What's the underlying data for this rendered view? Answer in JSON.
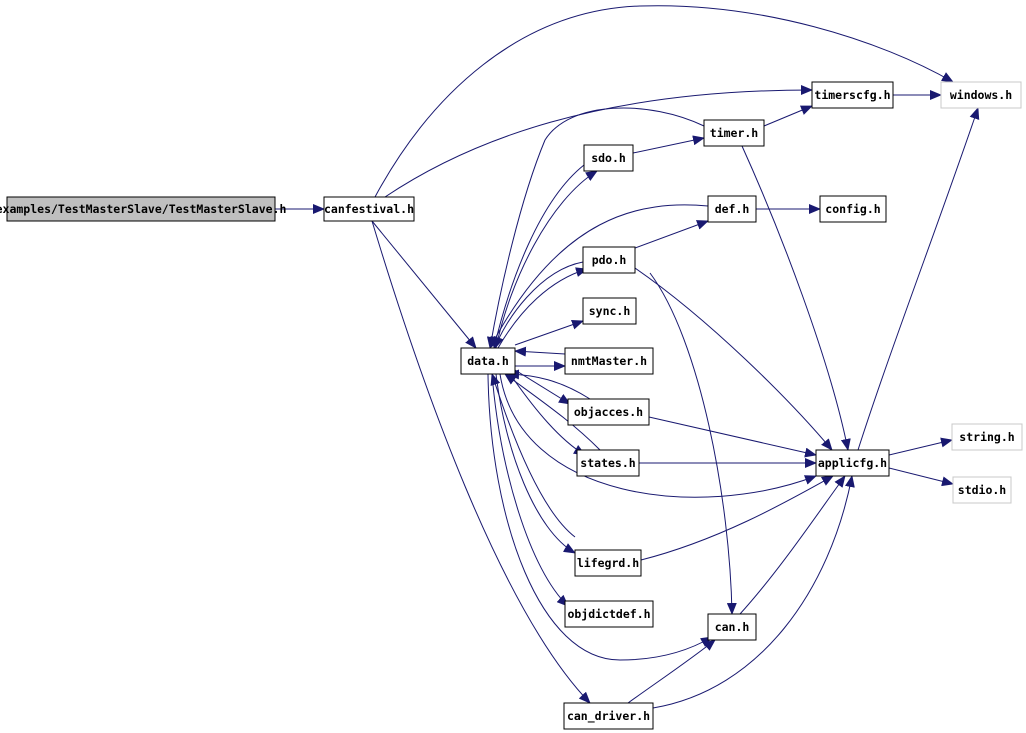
{
  "graph": {
    "nodes": [
      {
        "id": "root",
        "label": "examples/TestMasterSlave/TestMasterSlave.h"
      },
      {
        "id": "canfestival",
        "label": "canfestival.h"
      },
      {
        "id": "timerscfg",
        "label": "timerscfg.h"
      },
      {
        "id": "windows",
        "label": "windows.h"
      },
      {
        "id": "timer",
        "label": "timer.h"
      },
      {
        "id": "sdo",
        "label": "sdo.h"
      },
      {
        "id": "def",
        "label": "def.h"
      },
      {
        "id": "config",
        "label": "config.h"
      },
      {
        "id": "pdo",
        "label": "pdo.h"
      },
      {
        "id": "sync",
        "label": "sync.h"
      },
      {
        "id": "data",
        "label": "data.h"
      },
      {
        "id": "nmtMaster",
        "label": "nmtMaster.h"
      },
      {
        "id": "objacces",
        "label": "objacces.h"
      },
      {
        "id": "states",
        "label": "states.h"
      },
      {
        "id": "applicfg",
        "label": "applicfg.h"
      },
      {
        "id": "string",
        "label": "string.h"
      },
      {
        "id": "stdio",
        "label": "stdio.h"
      },
      {
        "id": "lifegrd",
        "label": "lifegrd.h"
      },
      {
        "id": "objdictdef",
        "label": "objdictdef.h"
      },
      {
        "id": "can",
        "label": "can.h"
      },
      {
        "id": "can_driver",
        "label": "can_driver.h"
      }
    ],
    "edges": [
      {
        "from": "root",
        "to": "canfestival"
      },
      {
        "from": "canfestival",
        "to": "windows"
      },
      {
        "from": "canfestival",
        "to": "timerscfg"
      },
      {
        "from": "canfestival",
        "to": "data"
      },
      {
        "from": "canfestival",
        "to": "can_driver"
      },
      {
        "from": "timerscfg",
        "to": "windows"
      },
      {
        "from": "timer",
        "to": "timerscfg"
      },
      {
        "from": "timer",
        "to": "applicfg"
      },
      {
        "from": "timer",
        "to": "data"
      },
      {
        "from": "sdo",
        "to": "timer"
      },
      {
        "from": "sdo",
        "to": "data"
      },
      {
        "from": "def",
        "to": "config"
      },
      {
        "from": "def",
        "to": "data"
      },
      {
        "from": "pdo",
        "to": "def"
      },
      {
        "from": "pdo",
        "to": "applicfg"
      },
      {
        "from": "pdo",
        "to": "can"
      },
      {
        "from": "pdo",
        "to": "data"
      },
      {
        "from": "data",
        "to": "sdo"
      },
      {
        "from": "data",
        "to": "pdo"
      },
      {
        "from": "data",
        "to": "sync"
      },
      {
        "from": "data",
        "to": "nmtMaster"
      },
      {
        "from": "data",
        "to": "objacces"
      },
      {
        "from": "data",
        "to": "states"
      },
      {
        "from": "data",
        "to": "lifegrd"
      },
      {
        "from": "data",
        "to": "objdictdef"
      },
      {
        "from": "data",
        "to": "applicfg"
      },
      {
        "from": "data",
        "to": "can"
      },
      {
        "from": "nmtMaster",
        "to": "data"
      },
      {
        "from": "objacces",
        "to": "data"
      },
      {
        "from": "objacces",
        "to": "applicfg"
      },
      {
        "from": "states",
        "to": "data"
      },
      {
        "from": "states",
        "to": "applicfg"
      },
      {
        "from": "lifegrd",
        "to": "data"
      },
      {
        "from": "lifegrd",
        "to": "applicfg"
      },
      {
        "from": "applicfg",
        "to": "windows"
      },
      {
        "from": "applicfg",
        "to": "string"
      },
      {
        "from": "applicfg",
        "to": "stdio"
      },
      {
        "from": "can",
        "to": "applicfg"
      },
      {
        "from": "can_driver",
        "to": "can"
      },
      {
        "from": "can_driver",
        "to": "applicfg"
      }
    ]
  },
  "colors": {
    "edge": "#191970",
    "node_border": "#000000",
    "root_fill": "#bfbfbf",
    "external_border": "#c8c8c8"
  }
}
